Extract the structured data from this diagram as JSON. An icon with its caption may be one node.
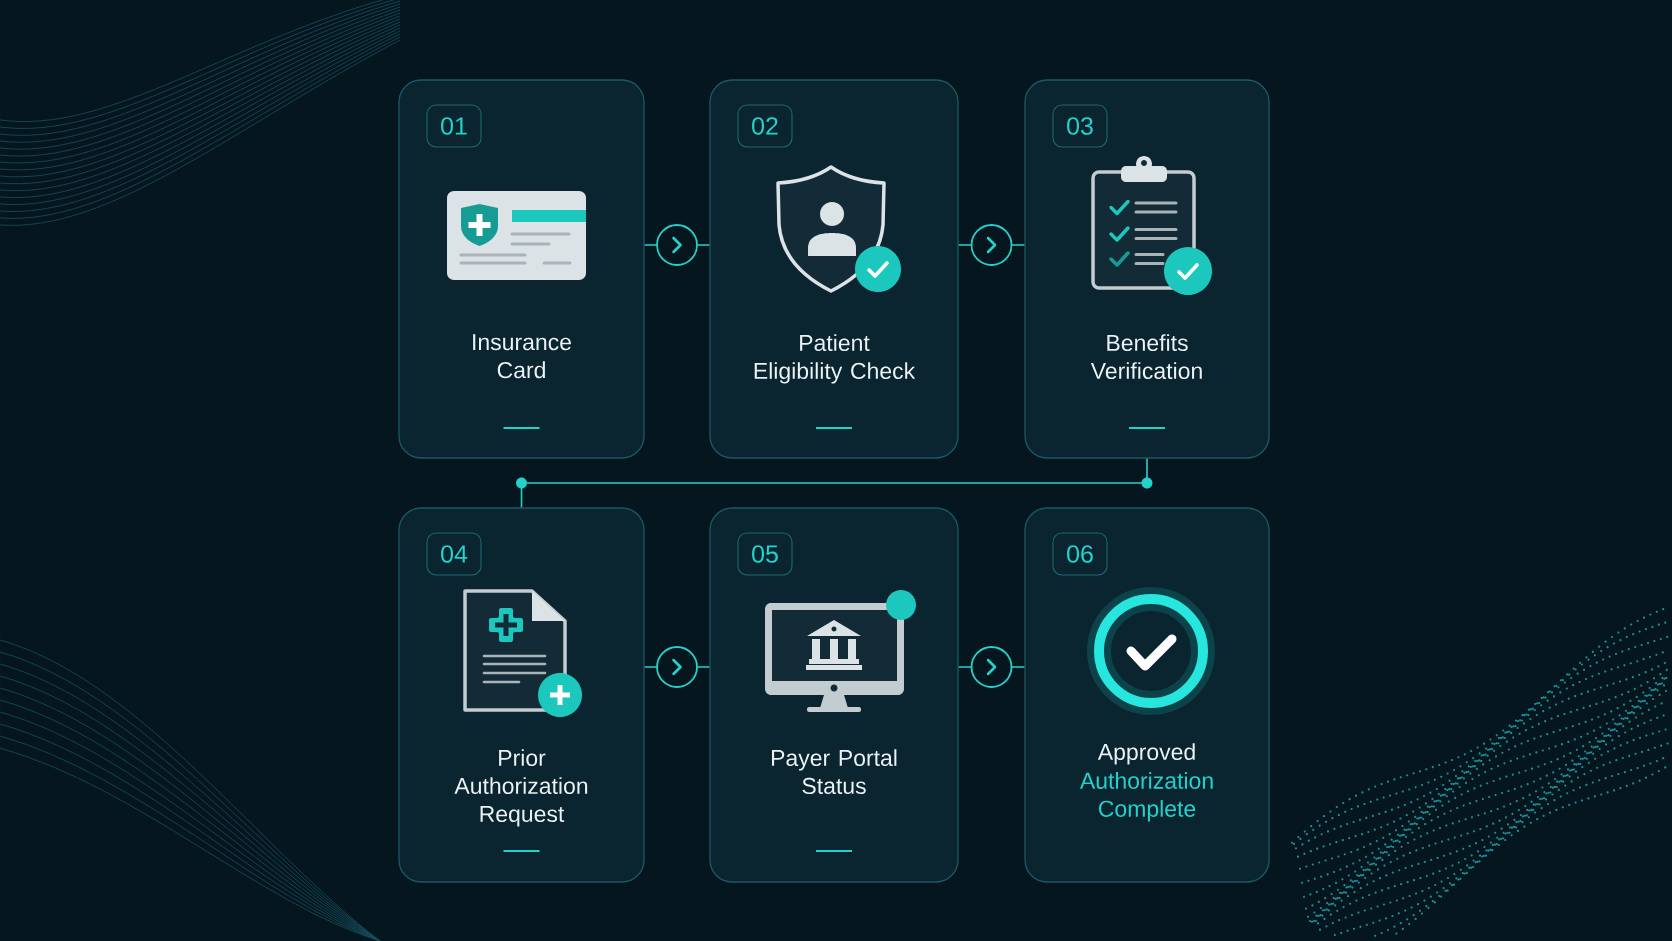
{
  "diagram": {
    "nodes": [
      {
        "text": [
          "Insurance Card"
        ]
      },
      {
        "text": [
          "01"
        ],
        "in": 0
      },
      {
        "text": [
          "Patient Eligibility Check"
        ]
      },
      {
        "text": [
          "02"
        ],
        "in": 2
      },
      {
        "text": [
          "Benefits Verification"
        ]
      },
      {
        "text": [
          "03"
        ],
        "in": 4
      },
      {
        "text": [
          "Prior Authorization Request"
        ]
      },
      {
        "text": [
          "04"
        ],
        "in": 6
      },
      {
        "text": [
          "Payer Portal Status"
        ]
      },
      {
        "text": [
          "05"
        ],
        "in": 8
      },
      {
        "text": [
          "Approved",
          "Authorization Complete"
        ]
      },
      {
        "text": [
          "06"
        ],
        "in": 10
      }
    ],
    "edges": [
      {
        "from": 0,
        "to": 2,
        "arrow": "to"
      },
      {
        "from": 2,
        "to": 4,
        "arrow": "to"
      },
      {
        "from": 4,
        "to": 6,
        "arrow": "none"
      },
      {
        "from": 6,
        "to": 8,
        "arrow": "to"
      },
      {
        "from": 8,
        "to": 10,
        "arrow": "to"
      }
    ]
  }
}
